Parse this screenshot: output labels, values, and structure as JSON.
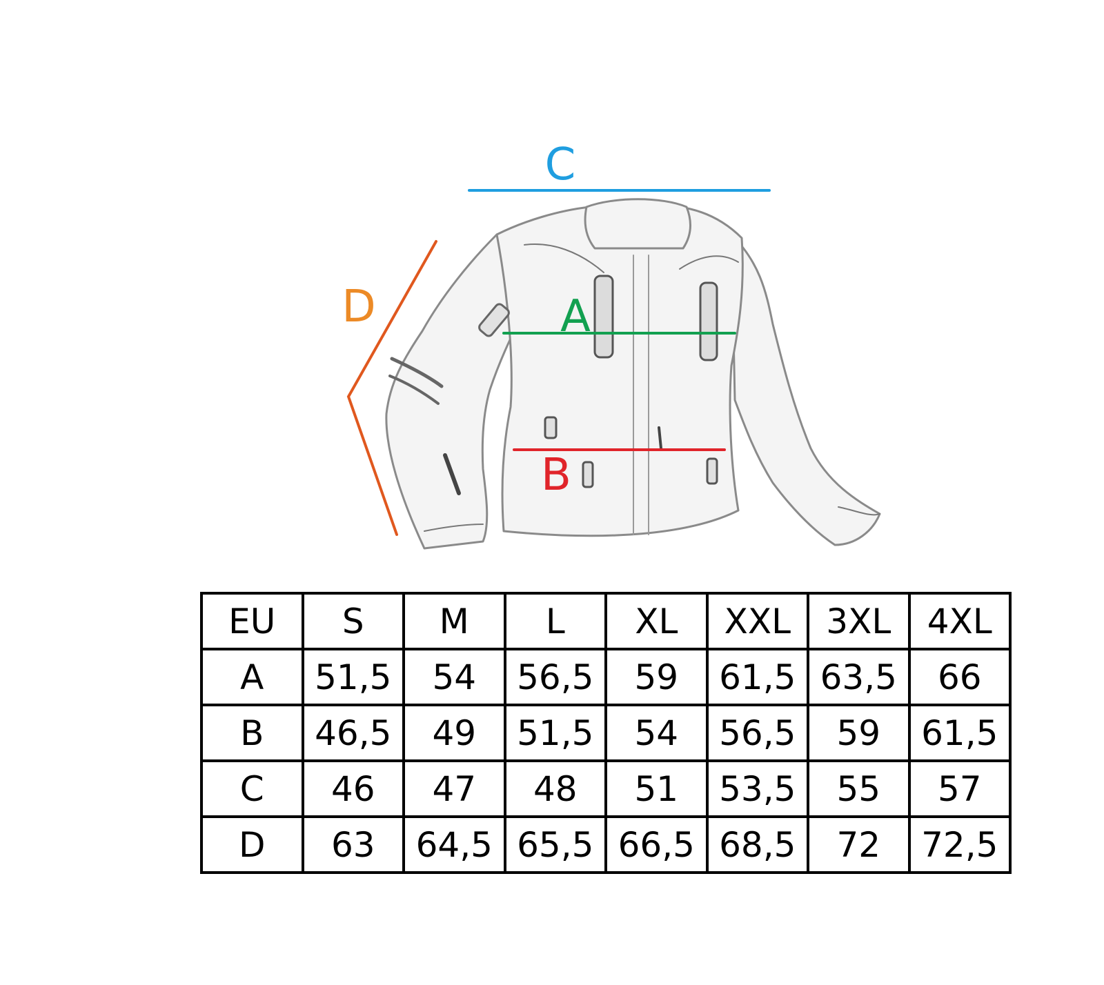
{
  "measures": [
    {
      "key": "C",
      "label": "C",
      "color": "#1f9ee0"
    },
    {
      "key": "D",
      "label": "D",
      "color": "#ec8a26"
    },
    {
      "key": "A",
      "label": "A",
      "color": "#12a050"
    },
    {
      "key": "B",
      "label": "B",
      "color": "#e0242a"
    }
  ],
  "line_colors": {
    "C": "#1f9ee0",
    "D": "#e0581e",
    "A": "#12a050",
    "B": "#e0242a"
  },
  "size_table": {
    "header": [
      "EU",
      "S",
      "M",
      "L",
      "XL",
      "XXL",
      "3XL",
      "4XL"
    ],
    "rows": [
      [
        "A",
        "51,5",
        "54",
        "56,5",
        "59",
        "61,5",
        "63,5",
        "66"
      ],
      [
        "B",
        "46,5",
        "49",
        "51,5",
        "54",
        "56,5",
        "59",
        "61,5"
      ],
      [
        "C",
        "46",
        "47",
        "48",
        "51",
        "53,5",
        "55",
        "57"
      ],
      [
        "D",
        "63",
        "64,5",
        "65,5",
        "66,5",
        "68,5",
        "72",
        "72,5"
      ]
    ]
  }
}
